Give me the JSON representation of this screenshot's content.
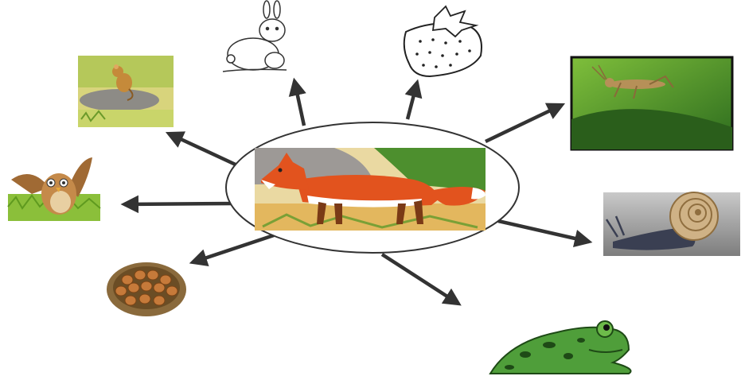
{
  "diagram": {
    "center": {
      "subject": "fox",
      "icon": "fox-icon"
    },
    "prey": [
      {
        "id": "mouse",
        "icon": "mouse-icon"
      },
      {
        "id": "rabbit",
        "icon": "rabbit-icon"
      },
      {
        "id": "strawberry",
        "icon": "strawberry-icon"
      },
      {
        "id": "grasshopper",
        "icon": "grasshopper-icon"
      },
      {
        "id": "snail",
        "icon": "snail-icon"
      },
      {
        "id": "frog",
        "icon": "frog-icon"
      },
      {
        "id": "eggs",
        "icon": "eggs-nest-icon"
      },
      {
        "id": "owl",
        "icon": "owl-icon"
      }
    ],
    "colors": {
      "arrow": "#333333",
      "fox": "#e2531e",
      "grass": "#8bbf3a",
      "leaf": "#3f8a2a",
      "frog": "#4f9e3a"
    }
  }
}
